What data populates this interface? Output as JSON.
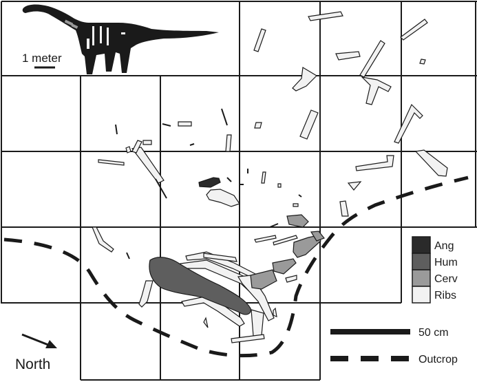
{
  "scale_bar": {
    "label": "1 meter"
  },
  "north_arrow": {
    "label": "North"
  },
  "key": {
    "items": [
      {
        "label": "Ang",
        "color": "#2a2a2a"
      },
      {
        "label": "Hum",
        "color": "#5e5e5e"
      },
      {
        "label": "Cerv",
        "color": "#9a9a9a"
      },
      {
        "label": "Ribs",
        "color": "#f2f2f2"
      }
    ]
  },
  "line_key": {
    "items": [
      {
        "label": "50 cm",
        "style": "solid"
      },
      {
        "label": "Outcrop",
        "style": "dashed"
      }
    ]
  },
  "colors": {
    "ink": "#1a1a1a",
    "ribs": "#f2f2f2",
    "cerv": "#9a9a9a",
    "hum": "#5e5e5e",
    "ang": "#2a2a2a"
  }
}
